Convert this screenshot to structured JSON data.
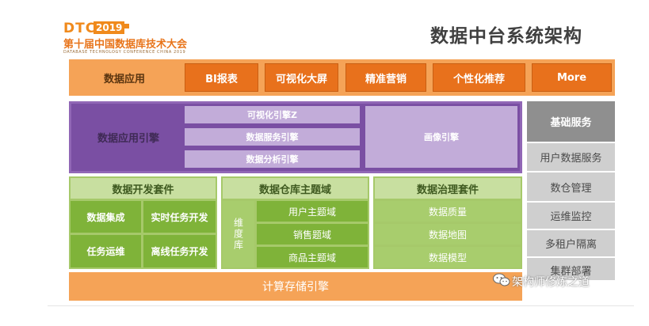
{
  "header": {
    "logo_text": "DTCC",
    "logo_year": "2019",
    "conference_cn": "第十届中国数据库技术大会",
    "conference_en": "DATABASE TECHNOLOGY CONFERENCE CHINA 2019",
    "page_title": "数据中台系统架构"
  },
  "app_layer": {
    "label": "数据应用",
    "items": [
      "BI报表",
      "可视化大屏",
      "精准营销",
      "个性化推荐",
      "More"
    ]
  },
  "engine_layer": {
    "label": "数据应用引擎",
    "items": [
      "可视化引擎Z",
      "数据服务引擎",
      "数据分析引擎"
    ],
    "portrait": "画像引擎"
  },
  "base_services": {
    "title": "基础服务",
    "items": [
      "用户数据服务",
      "数仓管理",
      "运维监控",
      "多租户隔离",
      "集群部署"
    ]
  },
  "dev_suite": {
    "title": "数据开发套件",
    "items": [
      "数据集成",
      "实时任务开发",
      "任务运维",
      "离线任务开发"
    ]
  },
  "warehouse": {
    "title": "数据仓库主题域",
    "dimension": "维度库",
    "items": [
      "用户主题域",
      "销售题域",
      "商品主题域"
    ]
  },
  "governance": {
    "title": "数据治理套件",
    "items": [
      "数据质量",
      "数据地图",
      "数据模型"
    ]
  },
  "compute": {
    "label": "计算存储引擎"
  },
  "watermark": {
    "text": "架构师修炼之道"
  }
}
